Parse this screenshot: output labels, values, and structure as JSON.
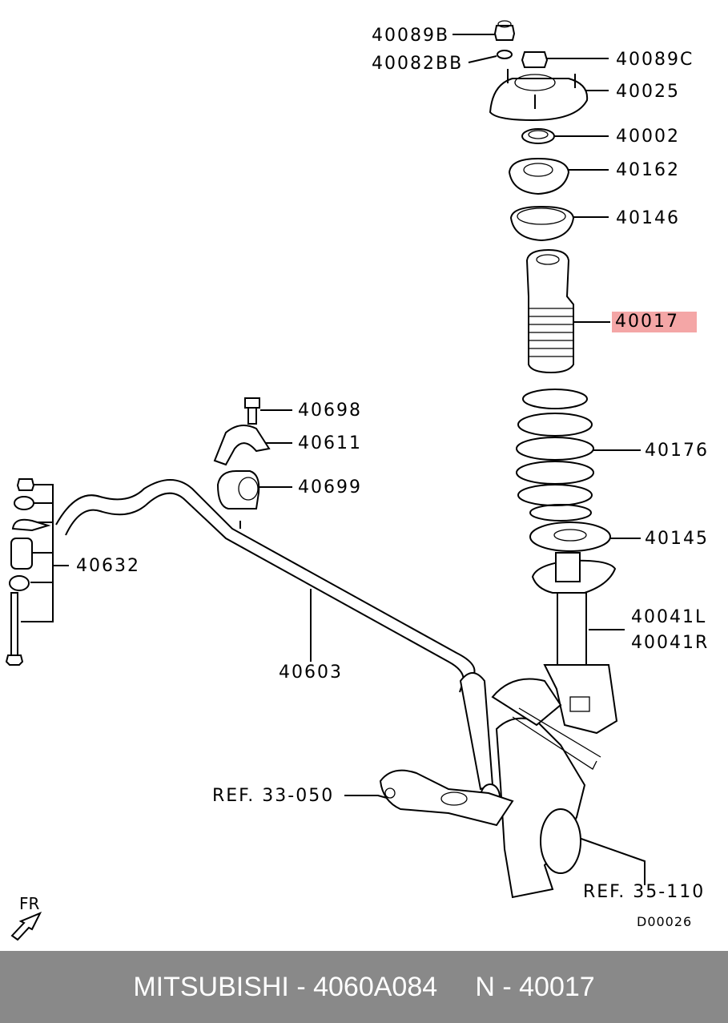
{
  "labels": {
    "p40089B": "40089B",
    "p40082BB": "40082BB",
    "p40089C": "40089C",
    "p40025": "40025",
    "p40002": "40002",
    "p40162": "40162",
    "p40146": "40146",
    "p40017": "40017",
    "p40698": "40698",
    "p40611": "40611",
    "p40699": "40699",
    "p40176": "40176",
    "p40145": "40145",
    "p40632": "40632",
    "p40041L": "40041L",
    "p40041R": "40041R",
    "p40603": "40603",
    "ref33": "REF. 33-050",
    "ref35": "REF. 35-110",
    "fr": "FR",
    "code": "D00026"
  },
  "highlight_color": "#f4a6a6",
  "footer": {
    "text": "MITSUBISHI - 4060A084     N - 40017",
    "background": "#898989"
  }
}
